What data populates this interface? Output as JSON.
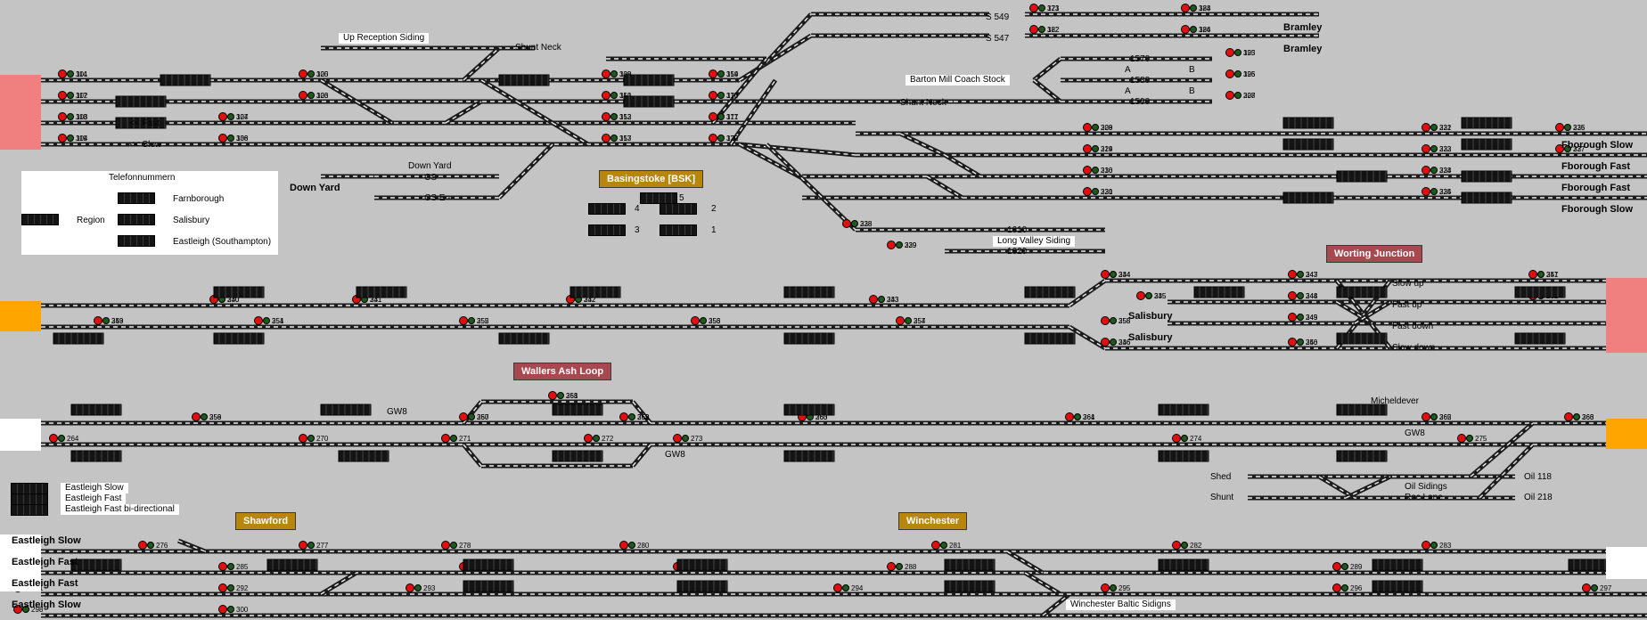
{
  "colors": {
    "background": "#c4c4c4",
    "track": "#1b1b1b",
    "sleeper": "#f0f0f0",
    "signal_red": "#e01010",
    "signal_green": "#1d5a1d",
    "station_gold": "#b8860b",
    "station_red": "#a84850",
    "edge_pink": "#f08080",
    "edge_orange": "#ffa500",
    "edge_white": "#ffffff"
  },
  "stations": {
    "basingstoke": "Basingstoke [BSK]",
    "worting": "Worting Junction",
    "wallers": "Wallers Ash Loop",
    "shawford": "Shawford",
    "winchester": "Winchester"
  },
  "legend": {
    "title": "Telefonnummern",
    "region": "Region",
    "farnborough": "Farnborough",
    "salisbury": "Salisbury",
    "eastleigh": "Eastleigh (Southampton)"
  },
  "labels": {
    "up_reception_siding": "Up Reception Siding",
    "shunt_neck_1": "Shunt Neck",
    "shunt_neck_2": "Shunt Neck",
    "barton_mill": "Barton Mill Coach Stock",
    "down_yard_top": "Down Yard",
    "down_yard": "Down Yard",
    "cs_1": "- CS -",
    "cs_e": "- CS E -",
    "fast_left": "<< Fast",
    "slow_left": "<< Slow",
    "s549": "S 549",
    "s547": "S 547",
    "bramley_1": "Bramley",
    "bramley_2": "Bramley",
    "long_valley": "Long Valley Siding",
    "fb_slow_1": "Fborough Slow",
    "fb_fast_1": "Fborough Fast",
    "fb_fast_2": "Fborough Fast",
    "fb_slow_2": "Fborough Slow",
    "salisbury_1": "Salisbury",
    "salisbury_2": "Salisbury",
    "slow_up": "Slow up",
    "fast_up": "Fast up",
    "fast_down": "Fast down",
    "slow_down": "Slow down",
    "gw8_1": "GW8",
    "gw8_2": "GW8",
    "gw8_3": "GW8",
    "micheldever": "Micheldever",
    "shed": "Shed",
    "shunt": "Shunt",
    "oil_sidings": "Oil Sidings",
    "rec_lane": "Rec Lane",
    "oil_118": "Oil 118",
    "oil_218": "Oil 218",
    "el_slow_key": "Eastleigh Slow",
    "el_fast_key": "Eastleigh Fast",
    "el_bidir_key": "Eastleigh Fast bi-directional",
    "el_slow_1": "Eastleigh Slow",
    "el_fast_1": "Eastleigh Fast",
    "el_fast_2": "Eastleigh Fast",
    "el_slow_2": "Eastleigh Slow",
    "winchester_baltic": "Winchester Baltic Sidigns",
    "sig_1570": "1570",
    "sig_1580": "1580",
    "sig_1590": "1590",
    "road_a1": "A",
    "road_b1": "B",
    "road_a2": "A",
    "road_b2": "B",
    "sig_1610": "1610",
    "sig_1620": "1620",
    "plat_5": "5",
    "plat_4": "4",
    "plat_2": "2",
    "plat_3": "3",
    "plat_1": "1"
  },
  "signal_numbers": [
    "114",
    "117",
    "118",
    "119",
    "120",
    "123",
    "124",
    "136",
    "138",
    "151",
    "153",
    "157",
    "159",
    "170",
    "171",
    "172",
    "173",
    "182",
    "184",
    "186",
    "193",
    "195",
    "208",
    "209",
    "214",
    "216",
    "220",
    "221",
    "222",
    "223",
    "224",
    "225",
    "227",
    "228",
    "229",
    "230",
    "231",
    "232",
    "233",
    "234",
    "235",
    "236",
    "243",
    "244",
    "245",
    "246",
    "247",
    "248",
    "249",
    "251",
    "252",
    "253",
    "254",
    "255",
    "256",
    "257",
    "258",
    "259",
    "260",
    "261",
    "262",
    "263",
    "264",
    "270",
    "271",
    "272",
    "273",
    "274",
    "275",
    "276",
    "277",
    "278",
    "280",
    "281",
    "282",
    "283",
    "284",
    "285",
    "286",
    "287",
    "288",
    "289",
    "290",
    "291",
    "292",
    "293",
    "294",
    "295",
    "296",
    "297",
    "298",
    "300",
    "301",
    "302",
    "303",
    "304",
    "305",
    "306",
    "307",
    "308",
    "309",
    "310",
    "312",
    "313",
    "314",
    "315",
    "317",
    "320",
    "321",
    "322",
    "323",
    "324",
    "325",
    "326",
    "327",
    "328",
    "329",
    "330",
    "331",
    "332",
    "333",
    "334",
    "335",
    "336",
    "337",
    "338",
    "339",
    "340",
    "341",
    "342",
    "343",
    "344",
    "345",
    "346",
    "347",
    "348",
    "349",
    "350",
    "351",
    "352",
    "353",
    "354",
    "355",
    "356",
    "357",
    "358",
    "359",
    "360",
    "361",
    "362",
    "363",
    "364",
    "365",
    "366"
  ]
}
